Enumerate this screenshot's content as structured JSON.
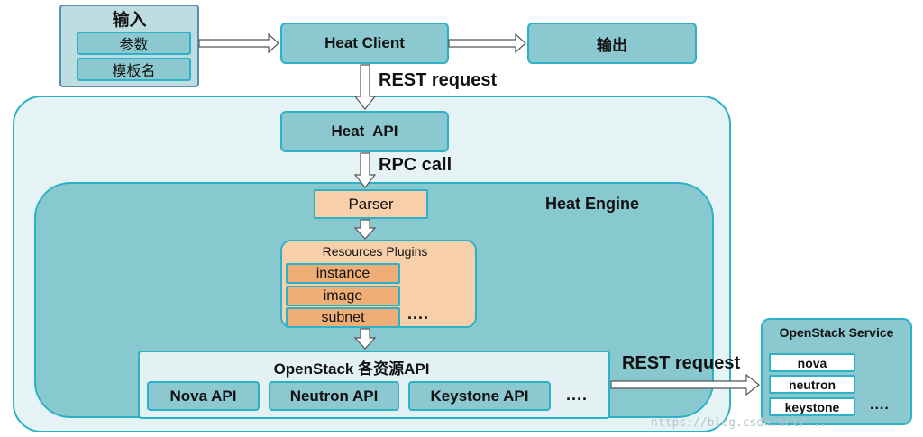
{
  "input": {
    "title": "输入",
    "items": [
      "参数",
      "模板名"
    ]
  },
  "heat_client": "Heat Client",
  "output": "输出",
  "rest_request_top": "REST request",
  "heat_api": "Heat  API",
  "rpc_call": "RPC call",
  "heat_engine": {
    "label": "Heat Engine",
    "parser": "Parser",
    "plugins": {
      "title": "Resources Plugins",
      "items": [
        "instance",
        "image",
        "subnet"
      ],
      "ellipsis": "...."
    }
  },
  "openstack_api": {
    "title": "OpenStack 各资源API",
    "items": [
      "Nova API",
      "Neutron API",
      "Keystone API"
    ],
    "ellipsis": "...."
  },
  "rest_request_right": "REST request",
  "openstack_service": {
    "title": "OpenStack Service",
    "items": [
      "nova",
      "neutron",
      "keystone"
    ],
    "ellipsis": "...."
  },
  "watermark": "https://blog.csdn.net/..."
}
